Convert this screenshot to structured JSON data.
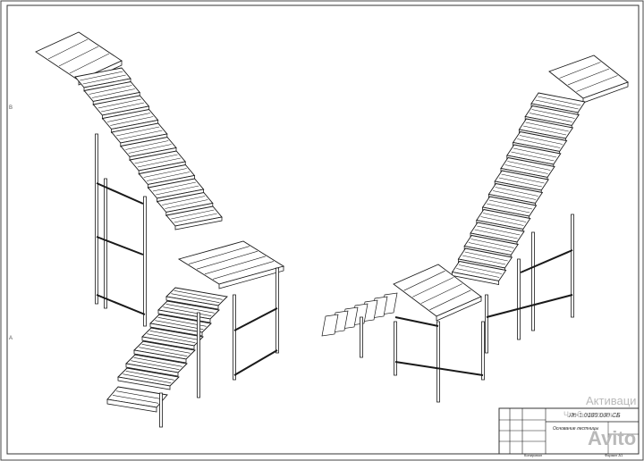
{
  "drawing": {
    "designation": "Лп-1.0180.000 СБ",
    "title_small": "Основание лестницы",
    "zone_marks": [
      "В",
      "А"
    ],
    "bottom_labels": [
      "Копировал",
      "Формат А1"
    ],
    "line_color": "#1a1a1a",
    "tread_fill": "#ffffff",
    "frame_color": "#333333"
  },
  "watermark": {
    "line1": "Активаци",
    "line2": "Чтобы активи",
    "brand": "Avito",
    "color": "#b9b9b9"
  }
}
